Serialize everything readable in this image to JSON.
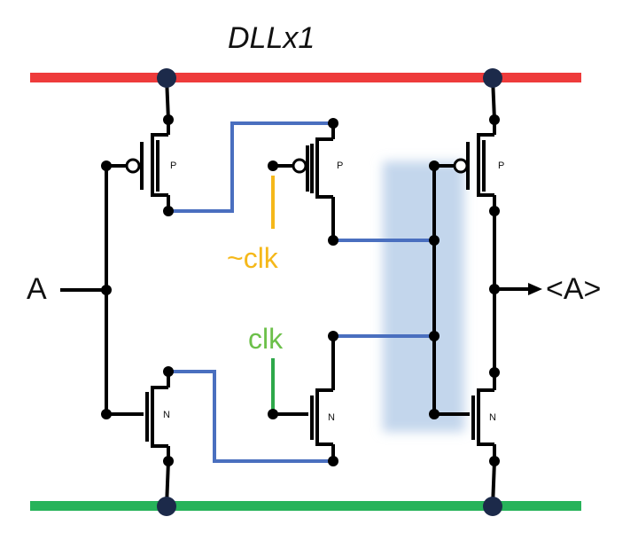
{
  "title": "DLLx1",
  "input_label": "A",
  "output_label": "<A>",
  "clock_inv_label": "~clk",
  "clock_label": "clk",
  "transistor_labels": {
    "p1": "P",
    "p2": "P",
    "p3": "P",
    "n1": "N",
    "n2": "N",
    "n3": "N"
  },
  "colors": {
    "vdd_rail": "#ee3b3b",
    "gnd_rail": "#27b35a",
    "wire": "#000000",
    "crossover_wire": "#4a6fbf",
    "clk_inv_wire": "#f5b81a",
    "clk_wire": "#2ea84a",
    "rail_node": "#1c2a4a",
    "highlight": "#c3d6ec"
  }
}
